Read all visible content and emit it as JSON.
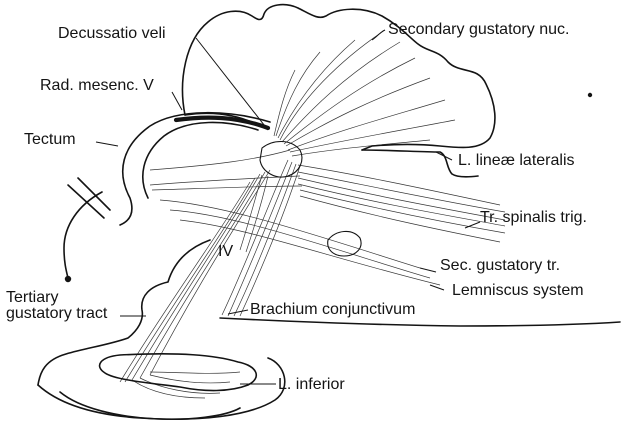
{
  "labels": {
    "decussatio_veli": "Decussatio veli",
    "secondary_gustatory_nuc": "Secondary gustatory  nuc.",
    "rad_mesenc_v": "Rad. mesenc. V",
    "tectum": "Tectum",
    "l_lineae_lateralis": "L. lineæ lateralis",
    "tr_spinalis_trig": "Tr. spinalis trig.",
    "iv": "IV",
    "sec_gustatory_tr": "Sec. gustatory tr.",
    "lemniscus_system": "Lemniscus system",
    "tertiary_line1": "Tertiary",
    "tertiary_line2": "gustatory tract",
    "brachium_conjunctivum": "Brachium conjunctivum",
    "l_inferior": "L. inferior"
  },
  "colors": {
    "ink": "#141414",
    "paper": "#ffffff"
  }
}
